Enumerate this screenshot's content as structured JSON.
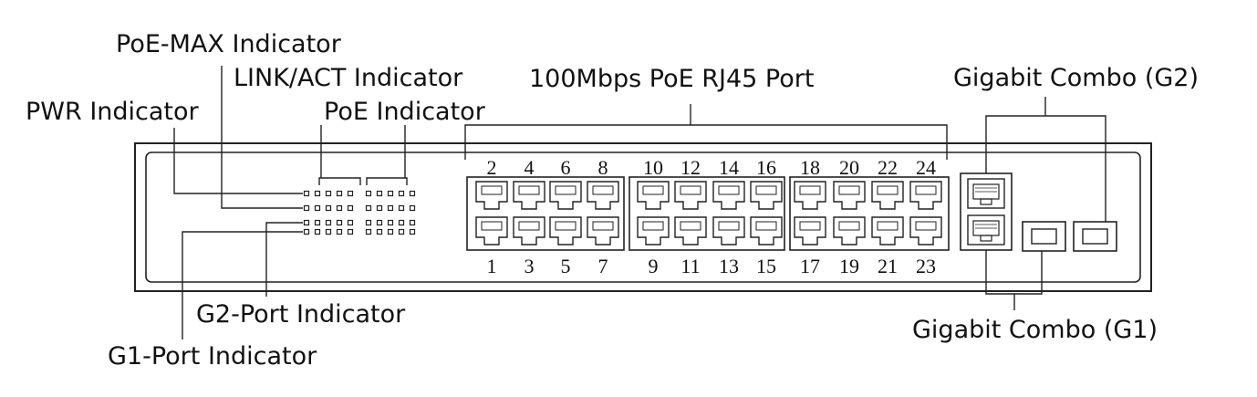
{
  "labels": {
    "poe_max_indicator": "PoE-MAX Indicator",
    "link_act_indicator": "LINK/ACT Indicator",
    "pwr_indicator": "PWR Indicator",
    "poe_indicator": "PoE Indicator",
    "rj45_port": "100Mbps PoE RJ45 Port",
    "gigabit_combo_g2": "Gigabit Combo (G2)",
    "gigabit_combo_g1": "Gigabit Combo (G1)",
    "g2_port_indicator": "G2-Port Indicator",
    "g1_port_indicator": "G1-Port Indicator"
  },
  "port_numbers": {
    "top": [
      "2",
      "4",
      "6",
      "8",
      "10",
      "12",
      "14",
      "16",
      "18",
      "20",
      "22",
      "24"
    ],
    "bottom": [
      "1",
      "3",
      "5",
      "7",
      "9",
      "11",
      "13",
      "15",
      "17",
      "19",
      "21",
      "23"
    ]
  }
}
